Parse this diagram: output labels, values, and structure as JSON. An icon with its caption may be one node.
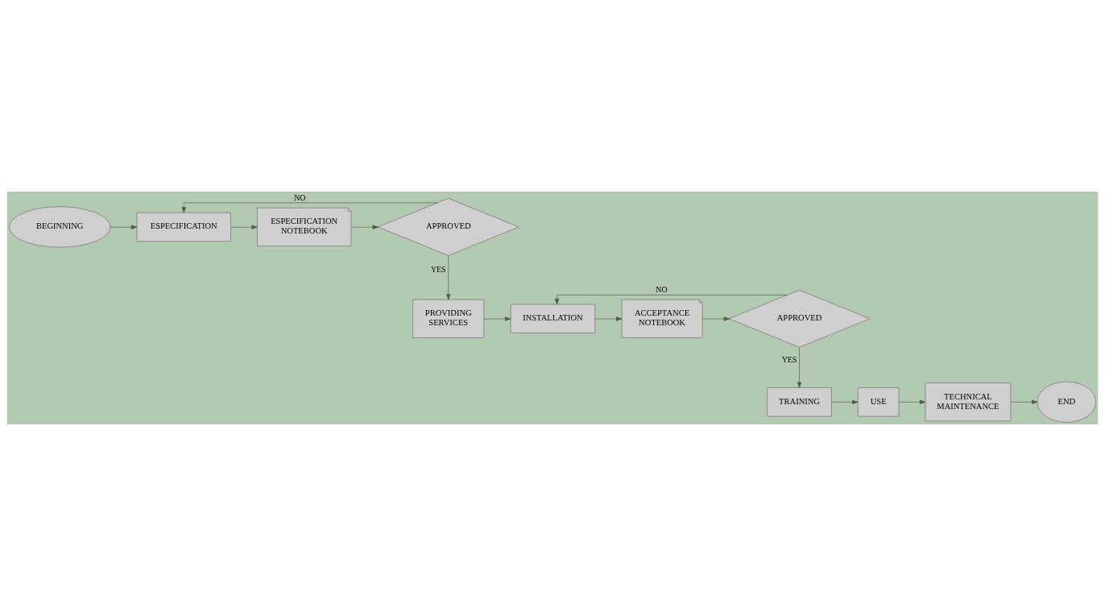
{
  "diagram": {
    "nodes": [
      {
        "text": [
          "BEGINNING"
        ]
      },
      {
        "text": [
          "ESPECIFICATION"
        ]
      },
      {
        "text": [
          "ESPECIFICATION NOTEBOOK"
        ]
      },
      {
        "text": [
          "APPROVED"
        ]
      },
      {
        "text": [
          "PROVIDING SERVICES"
        ]
      },
      {
        "text": [
          "INSTALLATION"
        ]
      },
      {
        "text": [
          "ACCEPTANCE NOTEBOOK"
        ]
      },
      {
        "text": [
          "APPROVED"
        ]
      },
      {
        "text": [
          "TRAINING"
        ]
      },
      {
        "text": [
          "USE"
        ]
      },
      {
        "text": [
          "TECHNICAL MAINTENANCE"
        ]
      },
      {
        "text": [
          "END"
        ]
      }
    ],
    "edges": [
      {
        "from": 0,
        "to": 1,
        "arrow": "to"
      },
      {
        "from": 1,
        "to": 2,
        "arrow": "to"
      },
      {
        "from": 2,
        "to": 3,
        "arrow": "to"
      },
      {
        "from": 3,
        "to": 1,
        "arrow": "to",
        "label": "NO"
      },
      {
        "from": 3,
        "to": 4,
        "arrow": "to",
        "label": "YES"
      },
      {
        "from": 4,
        "to": 5,
        "arrow": "to"
      },
      {
        "from": 5,
        "to": 6,
        "arrow": "to"
      },
      {
        "from": 6,
        "to": 7,
        "arrow": "to"
      },
      {
        "from": 7,
        "to": 5,
        "arrow": "to",
        "label": "NO"
      },
      {
        "from": 7,
        "to": 8,
        "arrow": "to",
        "label": "YES"
      },
      {
        "from": 8,
        "to": 9,
        "arrow": "to"
      },
      {
        "from": 9,
        "to": 10,
        "arrow": "to"
      },
      {
        "from": 10,
        "to": 11,
        "arrow": "to"
      }
    ]
  }
}
